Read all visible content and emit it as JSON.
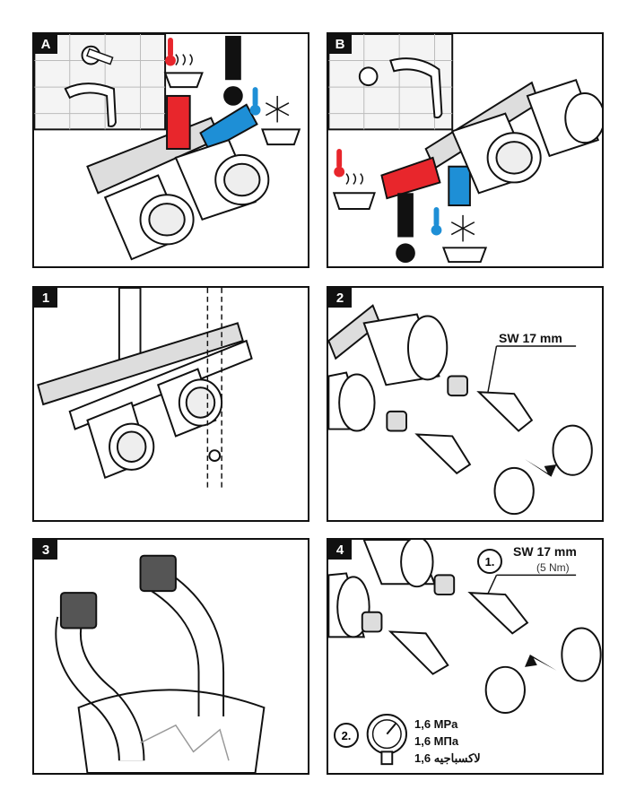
{
  "panels": {
    "a": {
      "badge": "A"
    },
    "b": {
      "badge": "B"
    },
    "p1": {
      "badge": "1"
    },
    "p2": {
      "badge": "2",
      "wrench_size": "SW 17 mm"
    },
    "p3": {
      "badge": "3"
    },
    "p4": {
      "badge": "4",
      "step1": "1.",
      "wrench_size": "SW 17 mm",
      "torque": "(5 Nm)",
      "step2": "2.",
      "pressure_lines": [
        "1,6 MPa",
        "1,6 МПа",
        "1,6 لاكسباجيه"
      ]
    }
  },
  "colors": {
    "hot": "#e8262c",
    "cold": "#1e8fd6",
    "ink": "#111111",
    "tile": "#c8c8c8"
  }
}
